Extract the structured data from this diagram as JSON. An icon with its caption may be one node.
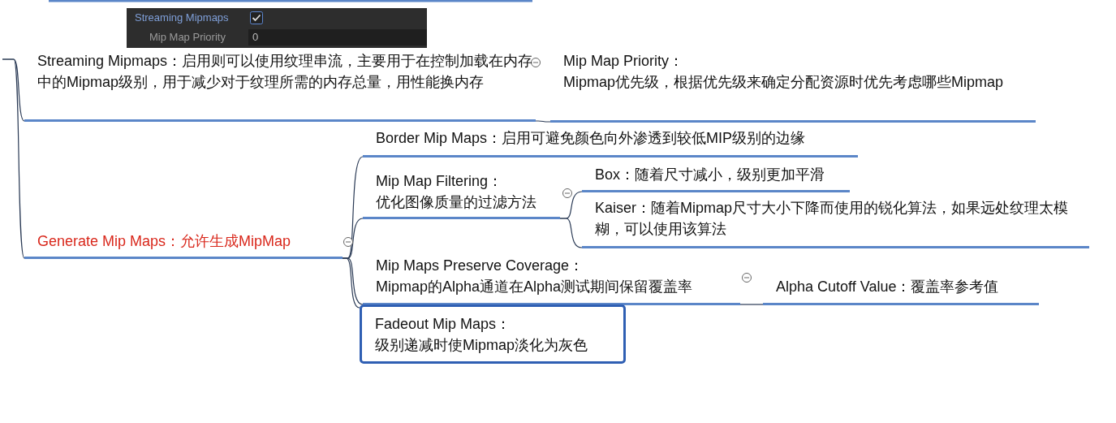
{
  "diagram": {
    "nodes": [
      {
        "text": [
          "Streaming Mipmaps：启用则可以使用纹理串流，主要用于在控制加载在内存中的Mipmap级别，用于减少对于纹理所需的内存总量，用性能换内存"
        ]
      },
      {
        "text": [
          "Mip Map Priority：",
          "Mipmap优先级，根据优先级来确定分配资源时优先考虑哪些Mipmap"
        ]
      },
      {
        "text": [
          "Generate Mip Maps：允许生成MipMap"
        ]
      },
      {
        "text": [
          "Border Mip Maps：启用可避免颜色向外渗透到较低MIP级别的边缘"
        ]
      },
      {
        "text": [
          "Mip Map Filtering：",
          "优化图像质量的过滤方法"
        ]
      },
      {
        "text": [
          "Box：随着尺寸减小，级别更加平滑"
        ]
      },
      {
        "text": [
          "Kaiser：随着Mipmap尺寸大小下降而使用的锐化算法，如果远处纹理太模糊，可以使用该算法"
        ]
      },
      {
        "text": [
          "Mip Maps Preserve Coverage：",
          "Mipmap的Alpha通道在Alpha测试期间保留覆盖率"
        ]
      },
      {
        "text": [
          "Alpha Cutoff Value：覆盖率参考值"
        ]
      },
      {
        "text": [
          "Fadeout Mip Maps：",
          "级别递减时使Mipmap淡化为灰色"
        ]
      }
    ],
    "edges": [
      {
        "from": null,
        "to": 0,
        "arrow": "none"
      },
      {
        "from": null,
        "to": 2,
        "arrow": "none"
      },
      {
        "from": 0,
        "to": 1,
        "arrow": "none"
      },
      {
        "from": 2,
        "to": 3,
        "arrow": "none"
      },
      {
        "from": 2,
        "to": 4,
        "arrow": "none"
      },
      {
        "from": 2,
        "to": 7,
        "arrow": "none"
      },
      {
        "from": 2,
        "to": 9,
        "arrow": "none"
      },
      {
        "from": 4,
        "to": 5,
        "arrow": "none"
      },
      {
        "from": 4,
        "to": 6,
        "arrow": "none"
      },
      {
        "from": 7,
        "to": 8,
        "arrow": "none"
      }
    ],
    "labels": [
      "Streaming Mipmaps",
      "Mip Map Priority",
      "0"
    ]
  }
}
